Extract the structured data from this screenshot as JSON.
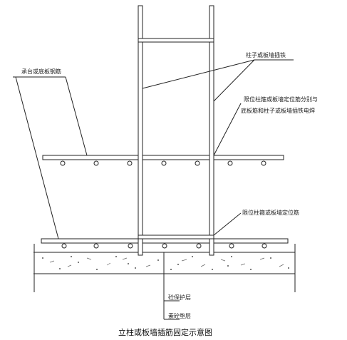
{
  "labels": {
    "bearing_rebar": "承台或底板钢筋",
    "column_dowel": "柱子或板墙插铁",
    "limit_hoop_line1": "限位柱箍或板墙定位筋分别与",
    "limit_hoop_line2": "底板筋和柱子或板墙插铁电焊",
    "limit_hoop_lower": "限位柱箍或板墙定位筋",
    "protective_layer": "砼保护层",
    "cushion_layer": "素砼垫层"
  },
  "caption": "立柱或板墙插筋固定示意图"
}
